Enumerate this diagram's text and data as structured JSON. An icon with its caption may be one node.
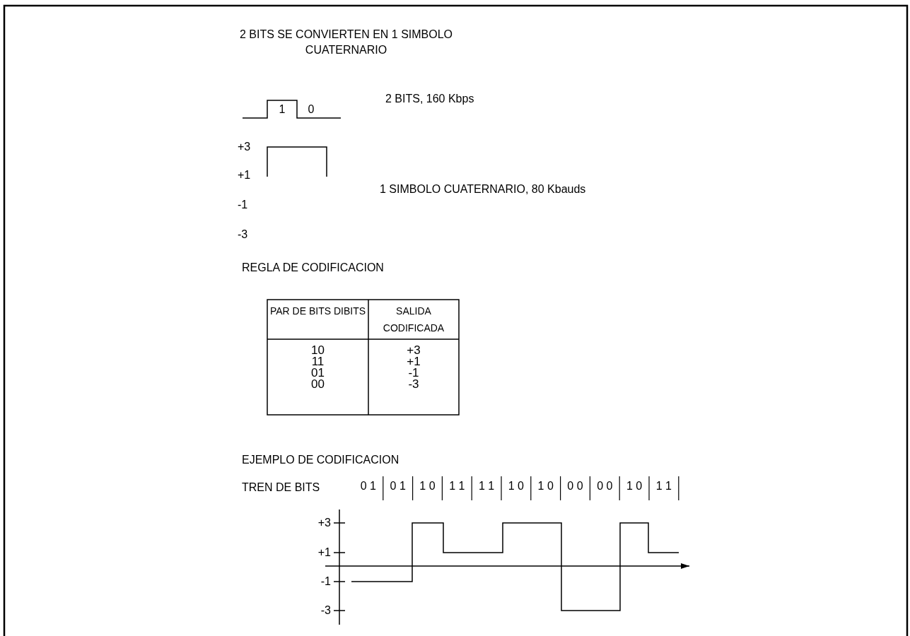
{
  "diagram": {
    "title": "2 BITS SE CONVIERTEN EN 1 SIMBOLO CUATERNARIO",
    "labels": [
      "1",
      "0",
      "2 BITS, 160 Kbps",
      "+3",
      "+1",
      "-1",
      "-3",
      "1 SIMBOLO CUATERNARIO, 80 Kbauds",
      "REGLA DE CODIFICACION",
      "PAR DE BITS DIBITS",
      "SALIDA CODIFICADA",
      "10",
      "+3",
      "11",
      "+1",
      "01",
      "-1",
      "00",
      "-3",
      "EJEMPLO DE CODIFICACION",
      "TREN DE BITS",
      "0 1",
      "0 1",
      "1 0",
      "1 1",
      "1 1",
      "1 0",
      "1 0",
      "0 0",
      "0 0",
      "1 0",
      "1 1",
      "+3",
      "+1",
      "-1",
      "-3"
    ]
  }
}
